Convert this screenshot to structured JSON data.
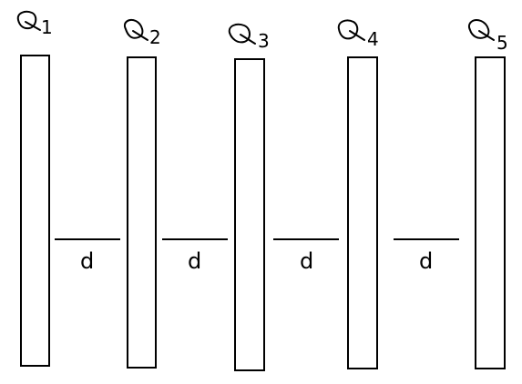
{
  "plates": [
    {
      "subscript": "1"
    },
    {
      "subscript": "2"
    },
    {
      "subscript": "3"
    },
    {
      "subscript": "4"
    },
    {
      "subscript": "5"
    }
  ],
  "gaps": [
    {
      "label": "d"
    },
    {
      "label": "d"
    },
    {
      "label": "d"
    },
    {
      "label": "d"
    }
  ],
  "colors": {
    "stroke": "#000000",
    "background": "#ffffff"
  }
}
